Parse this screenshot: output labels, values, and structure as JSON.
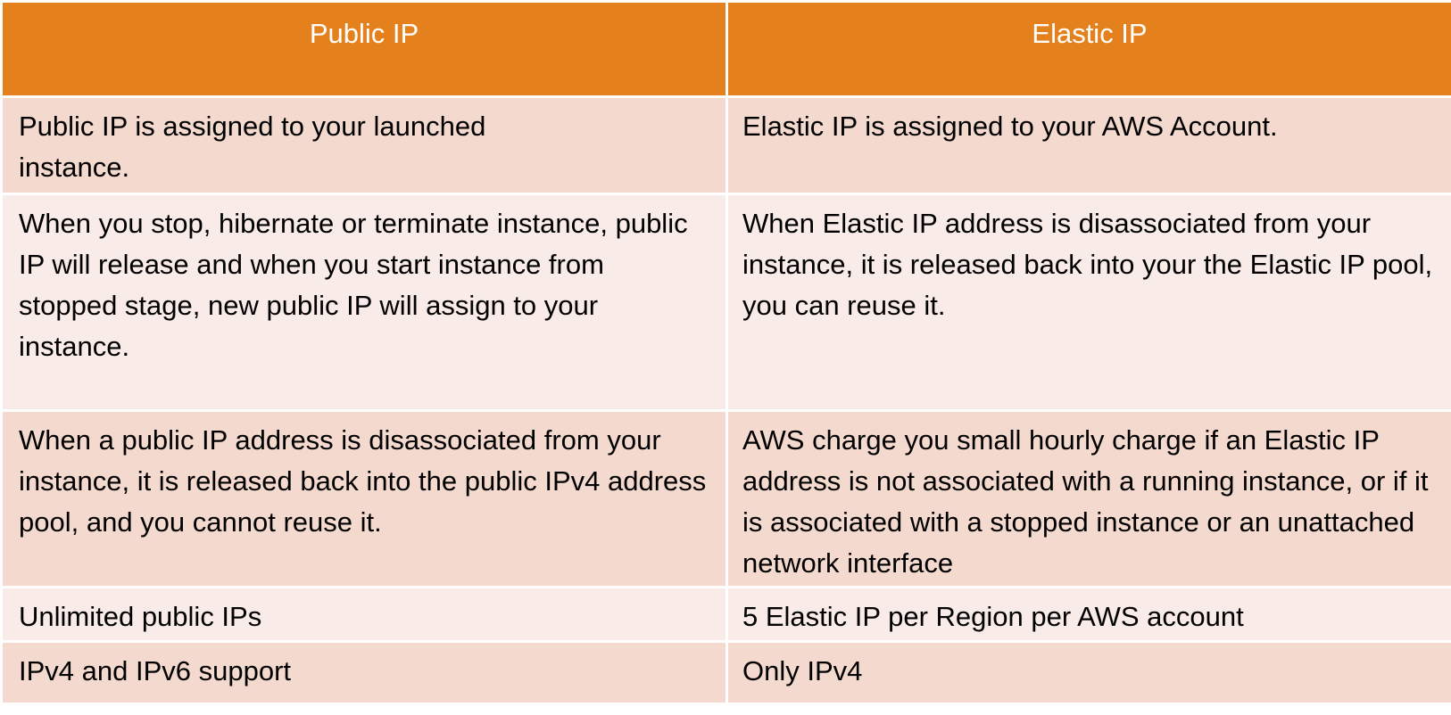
{
  "table": {
    "headers": [
      "Public IP",
      "Elastic IP"
    ],
    "rows": [
      {
        "public": "Public IP is assigned to your launched instance.",
        "elastic": "Elastic IP is assigned to your AWS Account."
      },
      {
        "public": "When you stop, hibernate or terminate instance, public IP will release and when you start instance from stopped stage, new public IP will assign to your instance.",
        "elastic": "When Elastic IP address is disassociated from your instance, it is released back into your the Elastic IP pool, you can reuse it."
      },
      {
        "public": "When a public IP address is disassociated from your instance, it is released back into the public IPv4 address pool, and you cannot reuse it.",
        "elastic": "AWS charge you small hourly charge if an Elastic IP address is not associated with a running instance, or if it is associated with a stopped instance or an unattached network interface"
      },
      {
        "public": "Unlimited public IPs",
        "elastic": "5 Elastic IP per Region per AWS account"
      },
      {
        "public": "IPv4 and IPv6 support",
        "elastic": "Only IPv4"
      }
    ]
  },
  "colors": {
    "header": "#e5811c",
    "row_dark": "#f4d9ce",
    "row_light": "#f9ebe8",
    "header_text": "#ffffff"
  }
}
